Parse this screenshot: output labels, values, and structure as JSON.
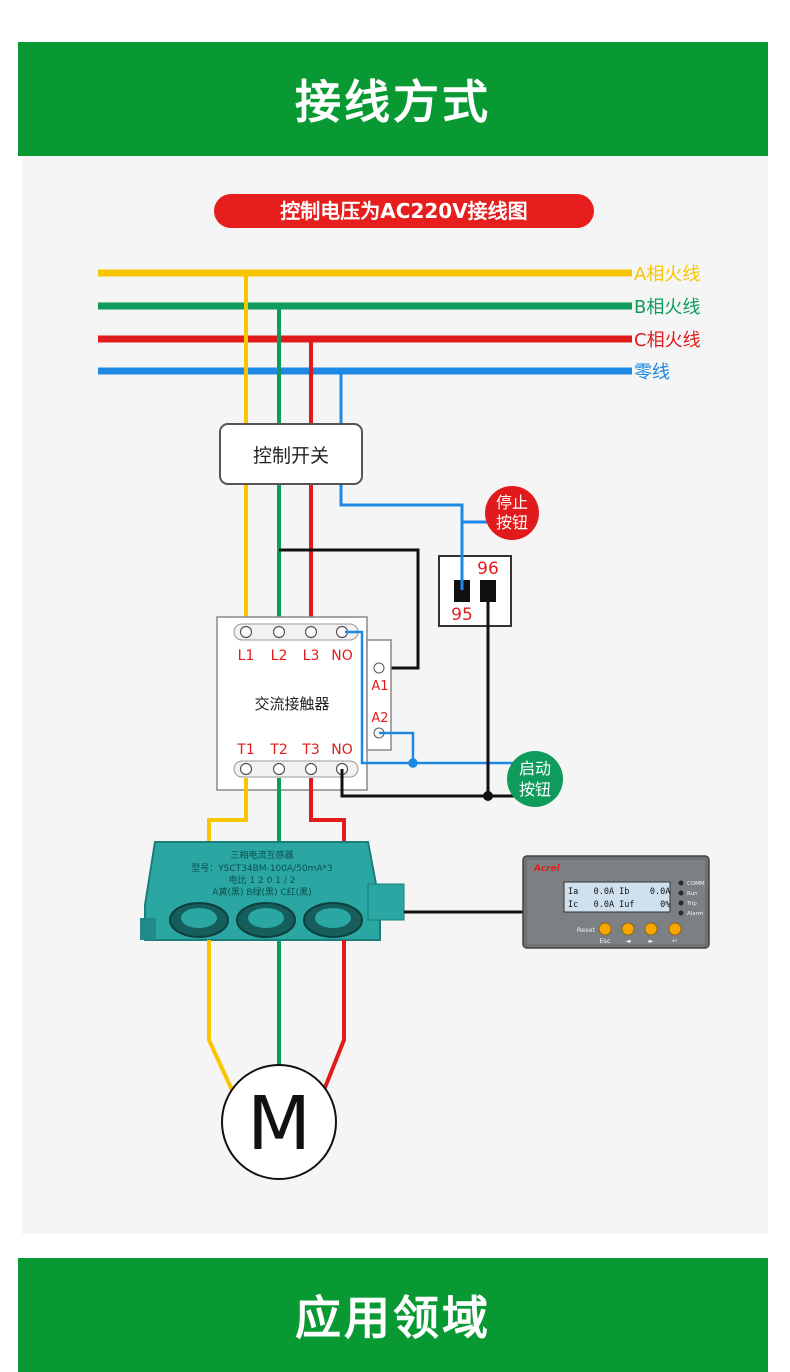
{
  "headers": {
    "top_title": "接线方式",
    "bottom_title": "应用领域"
  },
  "diagram": {
    "subtitle": "控制电压为AC220V接线图",
    "lines": {
      "a": "A相火线",
      "b": "B相火线",
      "c": "C相火线",
      "n": "零线"
    },
    "control_switch": "控制开关",
    "stop_button": [
      "停止",
      "按钮"
    ],
    "start_button": [
      "启动",
      "按钮"
    ],
    "relay_terminals": {
      "t95": "95",
      "t96": "96"
    },
    "contactor": {
      "name": "交流接触器",
      "top_terminals": [
        "L1",
        "L2",
        "L3",
        "NO"
      ],
      "bottom_terminals": [
        "T1",
        "T2",
        "T3",
        "NO"
      ],
      "coil": [
        "A1",
        "A2"
      ]
    },
    "ct_sensor": {
      "line1": "三相电流互感器",
      "line2": "型号：YSCT34BM-100A/50mA*3",
      "line3": "电比 1 2 0 1 / 2",
      "line4": "A黄(黑)  B绿(黑)  C红(黑)"
    },
    "protector": {
      "brand": "Acrel",
      "screen": [
        "Ia   0.0A Ib    0.0A",
        "Ic   0.0A Iuf     0%"
      ],
      "leds": [
        "COMM",
        "Run",
        "Trip",
        "Alarm"
      ],
      "buttons": [
        "Reset",
        "Esc",
        "◄",
        "►",
        "↵"
      ]
    },
    "motor": "M"
  },
  "colors": {
    "banner_green": "#099933",
    "phase_a": "#f7c600",
    "phase_b": "#0f9b5b",
    "phase_c": "#e11b1b",
    "neutral": "#1e88e5",
    "subtitle_red": "#e61e1e"
  }
}
